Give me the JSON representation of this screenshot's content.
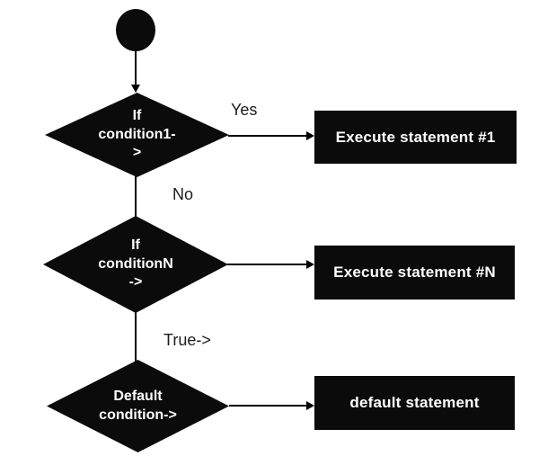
{
  "diagram": {
    "type": "flowchart",
    "nodes": {
      "decisions": [
        {
          "text": "If\ncondition1-\n>"
        },
        {
          "text": "If\nconditionN\n->"
        },
        {
          "text": "Default\ncondition->"
        }
      ],
      "processes": [
        {
          "text": "Execute statement #1"
        },
        {
          "text": "Execute statement #N"
        },
        {
          "text": "default statement"
        }
      ]
    },
    "edges": [
      {
        "label": "Yes"
      },
      {
        "label": "No"
      },
      {
        "label": "True->"
      }
    ],
    "colors": {
      "shape_fill": "#0b0b0b",
      "shape_text": "#ffffff",
      "connector_line": "#000000",
      "edge_label_text": "#1c1c1c",
      "background": "#ffffff"
    }
  }
}
